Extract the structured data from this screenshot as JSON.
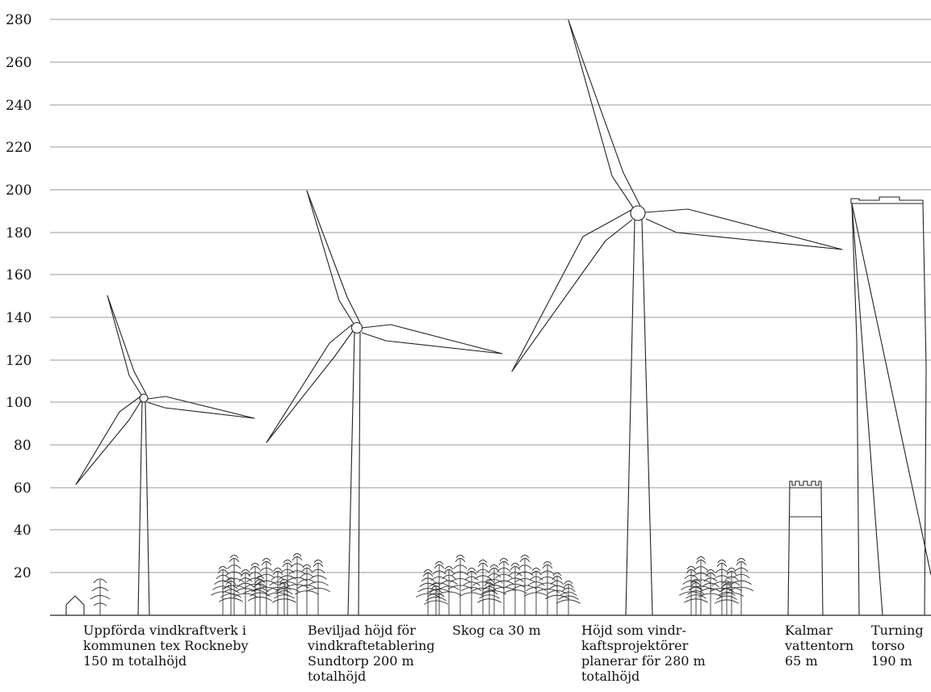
{
  "axis": {
    "ticks": [
      "280",
      "260",
      "240",
      "220",
      "200",
      "180",
      "160",
      "140",
      "120",
      "100",
      "80",
      "60",
      "40",
      "20"
    ]
  },
  "captions": {
    "built_turbines": "Uppförda vindkraftverk i\nkommunen tex Rockneby\n150 m totalhöjd",
    "approved_height": "Beviljad höjd för\nvindkraftetablering\nSundtorp 200 m\ntotalhöjd",
    "forest": "Skog ca 30 m",
    "planned_height": "Höjd som vindr-\nkaftsprojektörer\nplanerar för 280 m\ntotalhöjd",
    "water_tower": "Kalmar\nvattentorn\n65 m",
    "turning_torso": "Turning\ntorso\n190 m"
  },
  "objects": [
    {
      "id": "turbine-rockneby",
      "kind": "wind-turbine",
      "total_height_m": 150,
      "hub_height_m": 102
    },
    {
      "id": "turbine-sundtorp",
      "kind": "wind-turbine",
      "total_height_m": 200,
      "hub_height_m": 135
    },
    {
      "id": "turbine-planned",
      "kind": "wind-turbine",
      "total_height_m": 280,
      "hub_height_m": 190
    },
    {
      "id": "forest",
      "kind": "tree-group",
      "height_m": 30
    },
    {
      "id": "kalmar-water-tower",
      "kind": "tower",
      "height_m": 65
    },
    {
      "id": "turning-torso",
      "kind": "building",
      "height_m": 190
    },
    {
      "id": "house",
      "kind": "house",
      "height_m": 8
    }
  ]
}
